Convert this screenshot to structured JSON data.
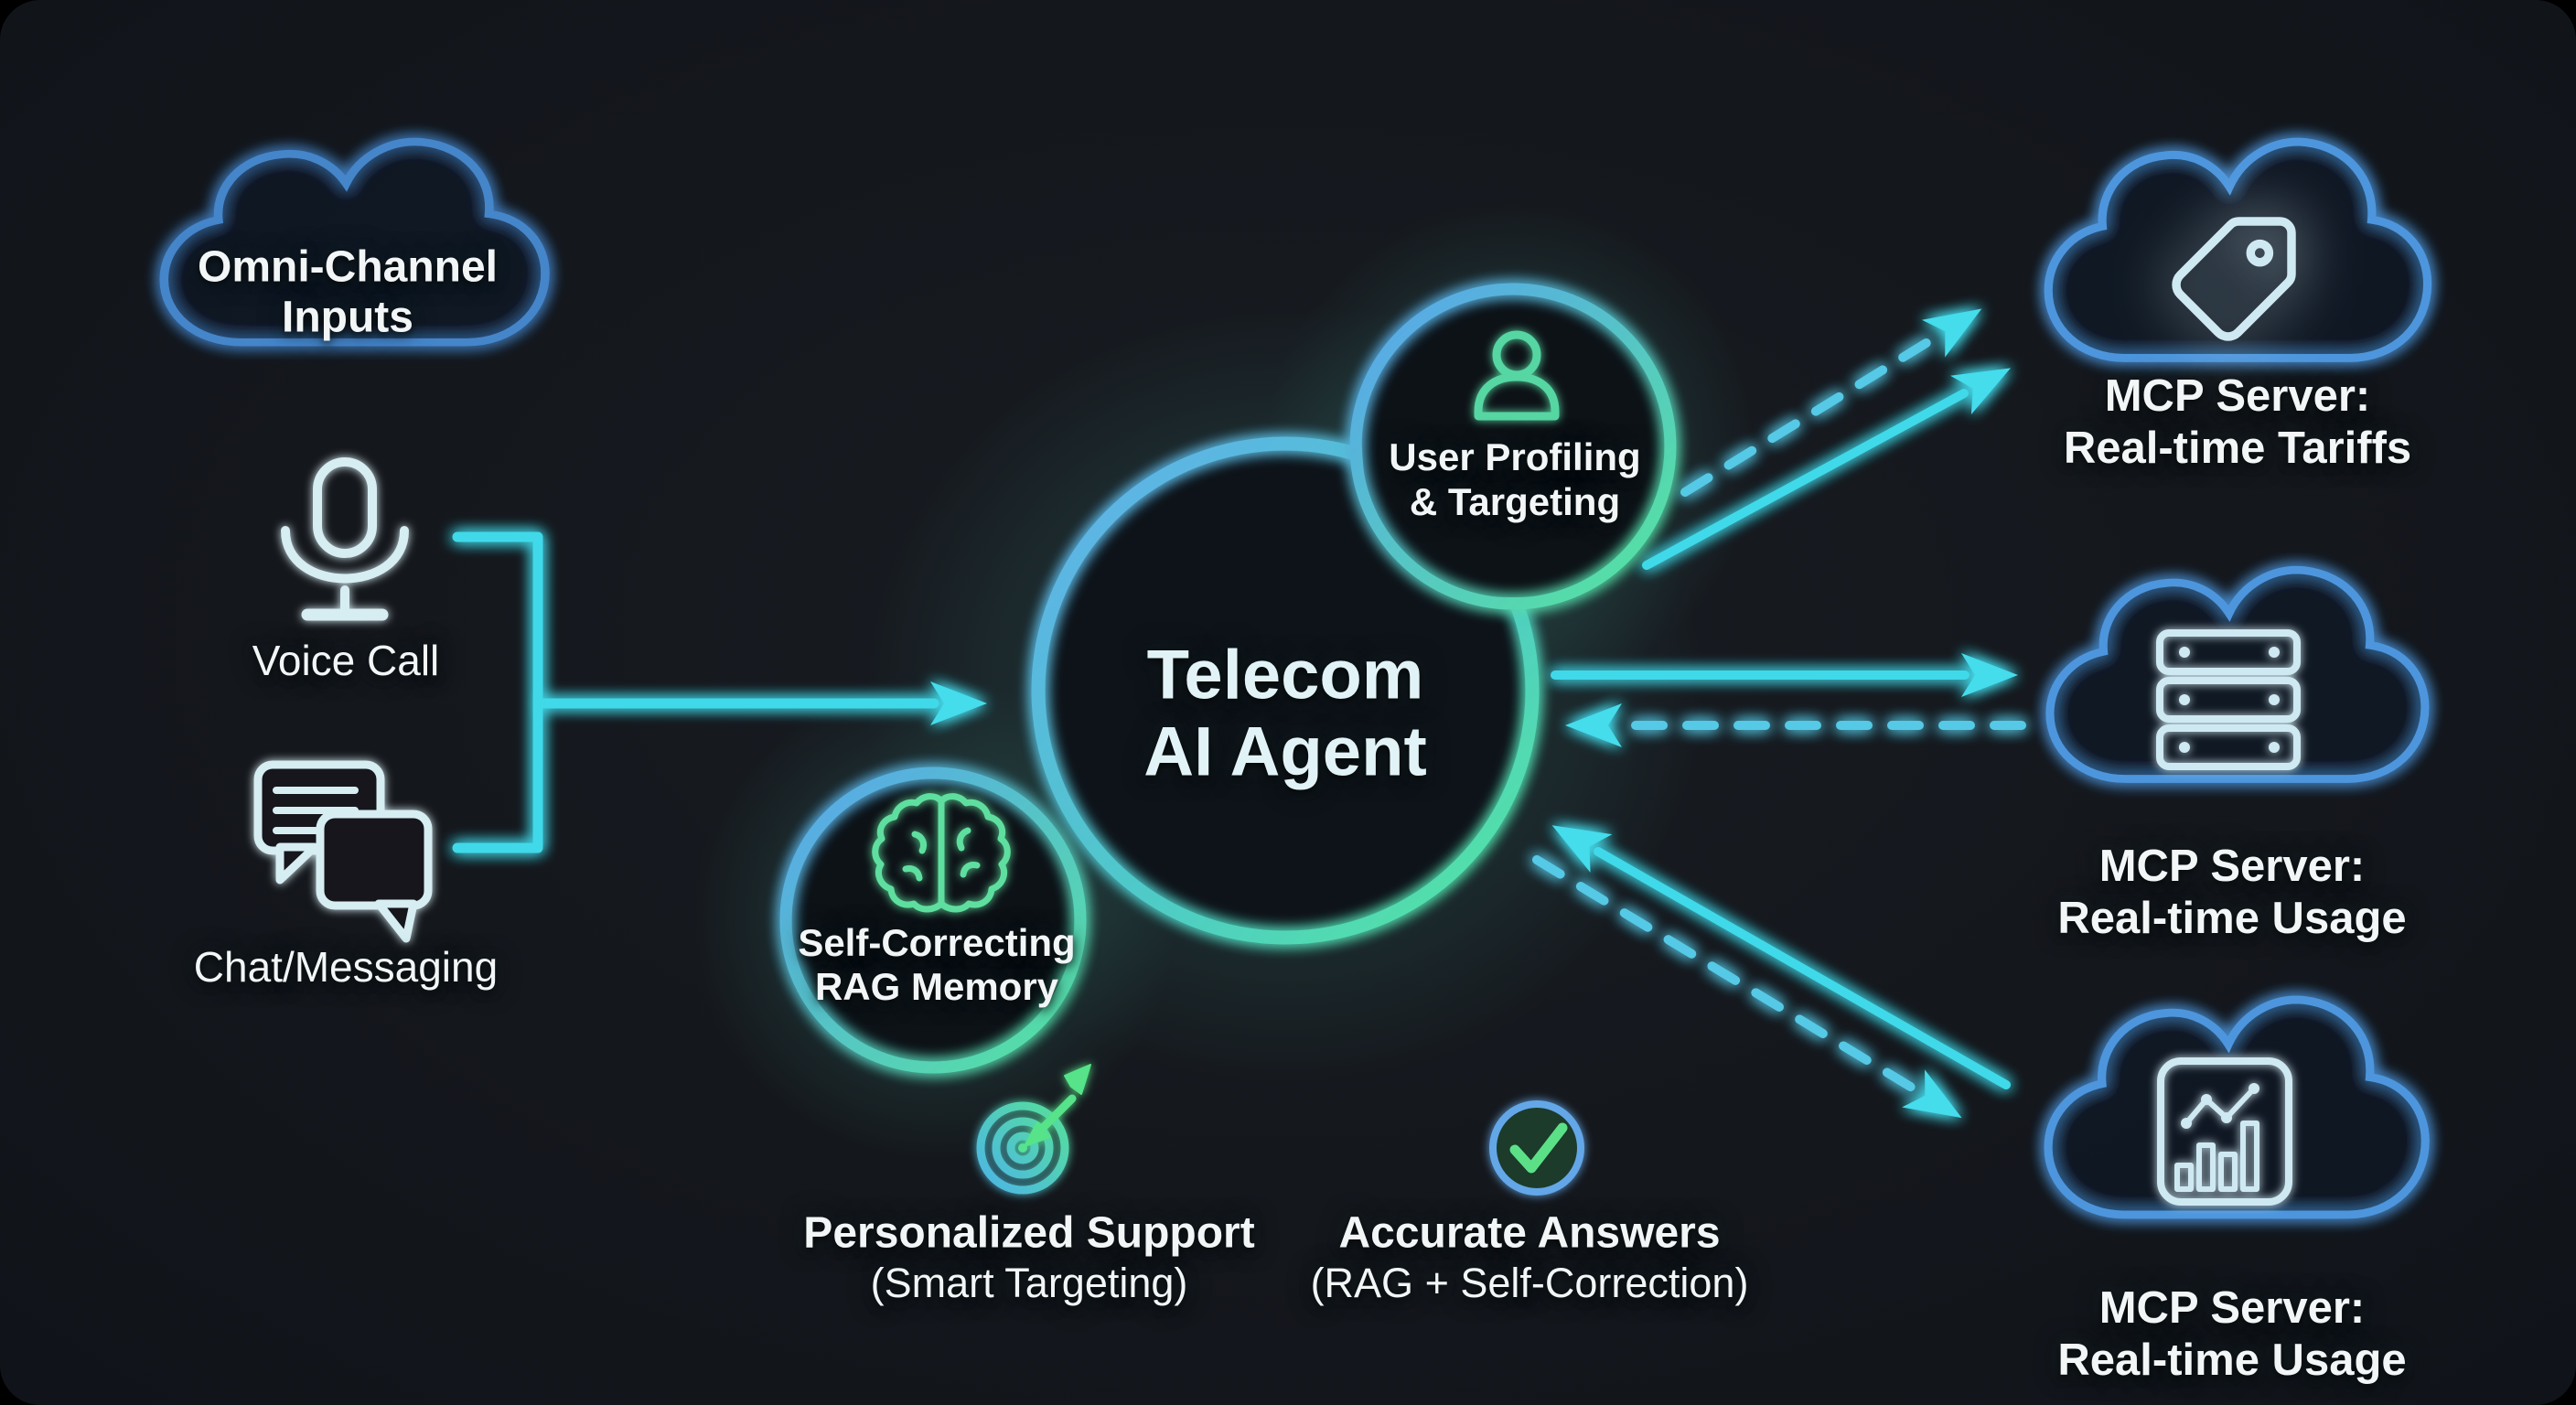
{
  "inputs": {
    "cloud": {
      "line1": "Omni-Channel",
      "line2": "Inputs"
    },
    "voice": {
      "label": "Voice Call"
    },
    "chat": {
      "label": "Chat/Messaging"
    }
  },
  "agent": {
    "line1": "Telecom",
    "line2": "AI Agent"
  },
  "modules": {
    "profiling": {
      "line1": "User Profiling",
      "line2": "& Targeting"
    },
    "rag": {
      "line1": "Self-Correcting",
      "line2": "RAG Memory"
    }
  },
  "benefits": {
    "personalized": {
      "title": "Personalized Support",
      "subtitle": "(Smart Targeting)"
    },
    "accurate": {
      "title": "Accurate Answers",
      "subtitle": "(RAG + Self-Correction)"
    }
  },
  "servers": {
    "tariffs": {
      "line1": "MCP Server:",
      "line2": "Real-time Tariffs"
    },
    "usage_mid": {
      "line1": "MCP Server:",
      "line2": "Real-time Usage"
    },
    "usage_bottom": {
      "line1": "MCP Server:",
      "line2": "Real-time Usage"
    }
  },
  "icons": {
    "inputs_cloud": "cloud-icon",
    "voice": "microphone-icon",
    "chat": "chat-bubbles-icon",
    "profiling": "person-icon",
    "rag": "brain-icon",
    "personalized": "target-bullseye-icon",
    "accurate": "check-circle-icon",
    "tariffs": "price-tag-icon",
    "usage_mid": "server-rack-icon",
    "usage_bottom": "bar-chart-icon"
  },
  "colors": {
    "background": "#14171c",
    "cloud_blue": "#4b92d8",
    "arrow_cyan": "#3fd9e9",
    "arrow_dashed_blue": "#55c9e6",
    "ring_blue": "#58a9e8",
    "ring_green": "#53e2a2",
    "icon_light": "#d6edf2",
    "icon_green": "#5bdc9c",
    "check_green": "#5be087",
    "text": "#f2f6f7"
  }
}
